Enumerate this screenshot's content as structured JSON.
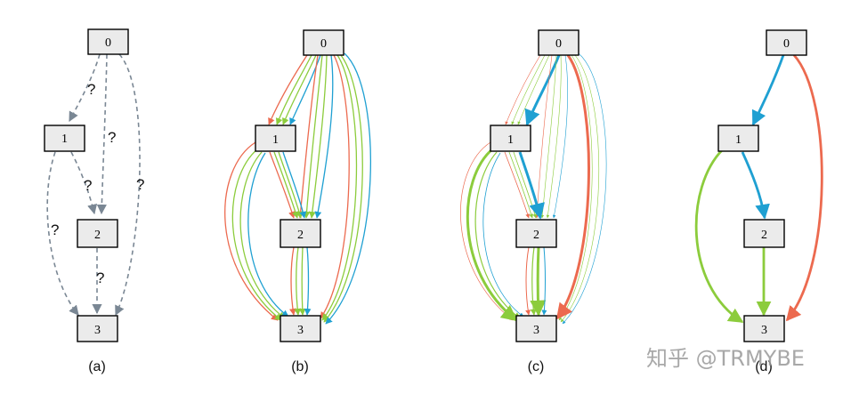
{
  "colors": {
    "dashed": "#7a8794",
    "red": "#ec6a4f",
    "green": "#8ccc3c",
    "blue": "#1fa0d2",
    "node_fill": "#ebebeb"
  },
  "watermark": "知乎 @TRMYBE",
  "panels": [
    {
      "label": "(a)",
      "nodes": [
        "0",
        "1",
        "2",
        "3"
      ],
      "edges": [
        {
          "from": "0",
          "to": "1",
          "style": "dashed",
          "color": "dashed",
          "text": "?"
        },
        {
          "from": "0",
          "to": "2",
          "style": "dashed",
          "color": "dashed",
          "text": "?"
        },
        {
          "from": "0",
          "to": "3",
          "style": "dashed",
          "color": "dashed",
          "text": "?"
        },
        {
          "from": "1",
          "to": "2",
          "style": "dashed",
          "color": "dashed",
          "text": "?"
        },
        {
          "from": "1",
          "to": "3",
          "style": "dashed",
          "color": "dashed",
          "text": "?"
        },
        {
          "from": "2",
          "to": "3",
          "style": "dashed",
          "color": "dashed",
          "text": "?"
        }
      ]
    },
    {
      "label": "(b)",
      "nodes": [
        "0",
        "1",
        "2",
        "3"
      ],
      "edges": [
        {
          "from": "0",
          "to": "1",
          "colors": [
            "red",
            "green",
            "green",
            "blue"
          ],
          "weight": "uniform"
        },
        {
          "from": "0",
          "to": "2",
          "colors": [
            "red",
            "green",
            "green",
            "blue"
          ],
          "weight": "uniform"
        },
        {
          "from": "0",
          "to": "3",
          "colors": [
            "red",
            "green",
            "green",
            "blue"
          ],
          "weight": "uniform"
        },
        {
          "from": "1",
          "to": "2",
          "colors": [
            "red",
            "green",
            "green",
            "blue"
          ],
          "weight": "uniform"
        },
        {
          "from": "1",
          "to": "3",
          "colors": [
            "red",
            "green",
            "green",
            "blue"
          ],
          "weight": "uniform"
        },
        {
          "from": "2",
          "to": "3",
          "colors": [
            "red",
            "green",
            "green",
            "blue"
          ],
          "weight": "uniform"
        }
      ]
    },
    {
      "label": "(c)",
      "nodes": [
        "0",
        "1",
        "2",
        "3"
      ],
      "edges": [
        {
          "from": "0",
          "to": "1",
          "colors": [
            "red",
            "green",
            "green",
            "blue"
          ],
          "strong": "blue"
        },
        {
          "from": "0",
          "to": "2",
          "colors": [
            "red",
            "green",
            "green",
            "blue"
          ],
          "strong": "none"
        },
        {
          "from": "0",
          "to": "3",
          "colors": [
            "red",
            "green",
            "green",
            "blue"
          ],
          "strong": "red"
        },
        {
          "from": "1",
          "to": "2",
          "colors": [
            "red",
            "green",
            "green",
            "blue"
          ],
          "strong": "blue"
        },
        {
          "from": "1",
          "to": "3",
          "colors": [
            "red",
            "green",
            "green",
            "blue"
          ],
          "strong": "green"
        },
        {
          "from": "2",
          "to": "3",
          "colors": [
            "red",
            "green",
            "green",
            "blue"
          ],
          "strong": "green"
        }
      ]
    },
    {
      "label": "(d)",
      "nodes": [
        "0",
        "1",
        "2",
        "3"
      ],
      "edges": [
        {
          "from": "0",
          "to": "1",
          "color": "blue"
        },
        {
          "from": "0",
          "to": "3",
          "color": "red"
        },
        {
          "from": "1",
          "to": "2",
          "color": "blue"
        },
        {
          "from": "1",
          "to": "3",
          "color": "green"
        },
        {
          "from": "2",
          "to": "3",
          "color": "green"
        }
      ]
    }
  ]
}
